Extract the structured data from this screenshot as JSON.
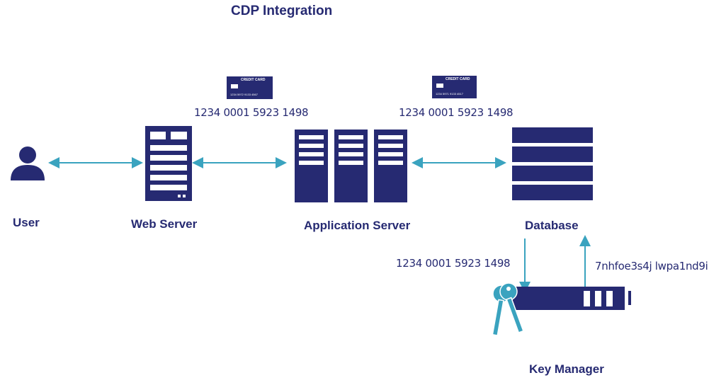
{
  "title": "CDP Integration",
  "colors": {
    "navy": "#262a72",
    "teal": "#3aa3bf"
  },
  "nodes": {
    "user": "User",
    "web_server": "Web Server",
    "app_server": "Application Server",
    "database": "Database",
    "key_manager": "Key Manager"
  },
  "cards": [
    {
      "header": "CREDIT CARD",
      "number": "1234 5972 9133 4567",
      "caption": "1234 0001 5923 1498"
    },
    {
      "header": "CREDIT CARD",
      "number": "1234 5971 9133 4517",
      "caption": "1234 0001 5923 1498"
    }
  ],
  "flows": {
    "to_key_manager": "1234 0001 5923 1498",
    "from_key_manager": "7nhfoe3s4j lwpa1nd9i"
  }
}
